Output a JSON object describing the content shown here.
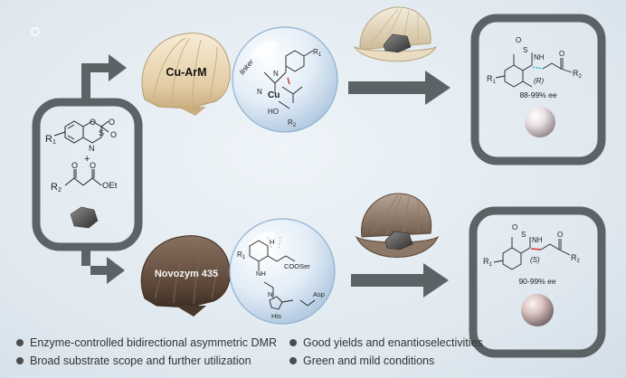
{
  "reactants": {
    "r1": "R",
    "r1_sub": "1",
    "o_atom": "O",
    "s_atom": "S",
    "n_atom": "N",
    "plus": "+",
    "r2": "R",
    "r2_sub": "2",
    "oet": "OEt"
  },
  "top_route": {
    "catalyst_label": "Cu-ArM",
    "bubble": {
      "linker": "linker",
      "cu": "Cu",
      "n": "N",
      "r1": "R",
      "r1_sub": "1",
      "ho": "HO",
      "r2": "R",
      "r2_sub": "2"
    },
    "product": {
      "stereo": "(R)",
      "ee": "88-99% ee",
      "nh": "NH",
      "r1": "R",
      "r1_sub": "1",
      "r2": "R",
      "r2_sub": "2"
    }
  },
  "bottom_route": {
    "catalyst_label": "Novozym 435",
    "bubble": {
      "r1": "R",
      "r1_sub": "1",
      "cooser": "COOSer",
      "h": "H",
      "n": "N",
      "nh": "NH",
      "his": "His",
      "asp": "Asp"
    },
    "product": {
      "stereo": "(S)",
      "ee": "90-99% ee",
      "nh": "NH",
      "r1": "R",
      "r1_sub": "1",
      "r2": "R",
      "r2_sub": "2"
    }
  },
  "legend": [
    "Enzyme-controlled bidirectional asymmetric DMR",
    "Good yields and enantioselectivities",
    "Broad substrate scope and further utilization",
    "Green and mild conditions"
  ],
  "colors": {
    "frame": "#5c6366",
    "arrow": "#5c6366",
    "shell_light": "#ead9b8",
    "shell_dark": "#6a5647",
    "pearl": "#e6dede",
    "highlight_red": "#d03030",
    "highlight_cyan": "#2fb9c8"
  }
}
